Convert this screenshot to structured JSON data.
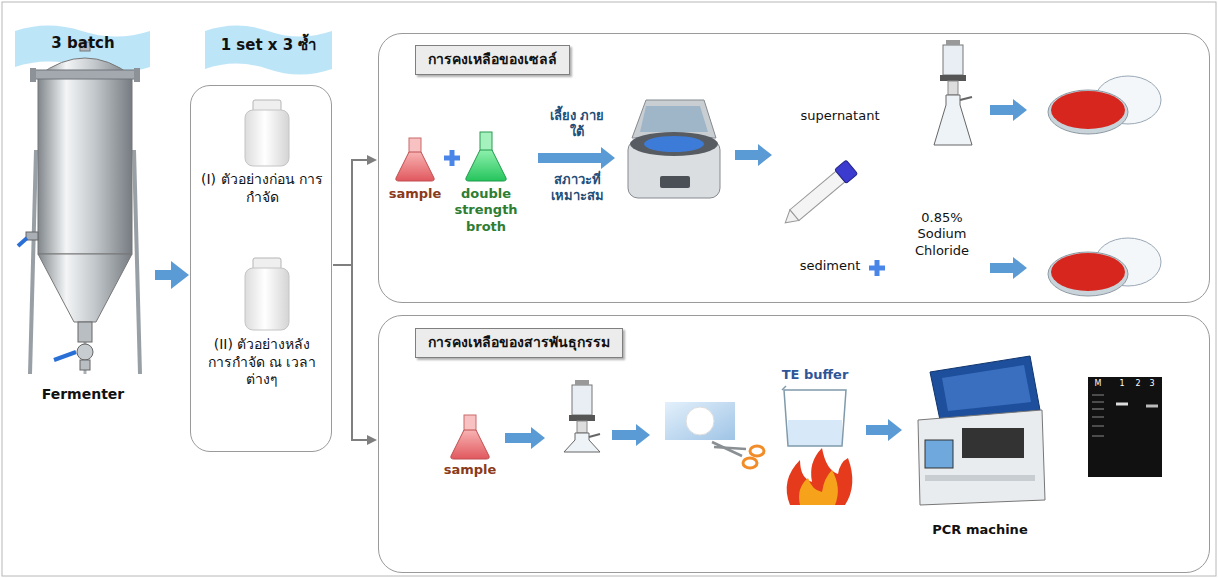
{
  "diagram": {
    "nodes": [
      {
        "text": [
          "3 batch",
          "Fermenter"
        ]
      },
      {
        "text": [
          "1 set x 3 ซ้ำ"
        ]
      },
      {
        "text": [
          "(I) ตัวอย่างก่อน การกำจัด"
        ],
        "in": 1
      },
      {
        "text": [
          "(II) ตัวอย่างหลัง การกำจัด ณ เวลาต่างๆ"
        ],
        "in": 1
      },
      {
        "text": [
          "การคงเหลือของเซลล์"
        ]
      },
      {
        "text": [
          "การคงเหลือของสารพันธุกรรม"
        ]
      }
    ],
    "edges": [
      {
        "from": 0,
        "to": 1,
        "arrow": "to"
      },
      {
        "from": 1,
        "to": 4,
        "arrow": "to"
      },
      {
        "from": 1,
        "to": 5,
        "arrow": "to"
      }
    ],
    "labels": [
      "sample",
      "double strength broth",
      "เลี้ยง ภายใต้",
      "สภาวะที่ เหมาะสม",
      "supernatant",
      "sediment",
      "0.85% Sodium Chloride",
      "sample",
      "TE buffer",
      "PCR machine",
      "M",
      "1",
      "2",
      "3"
    ]
  }
}
